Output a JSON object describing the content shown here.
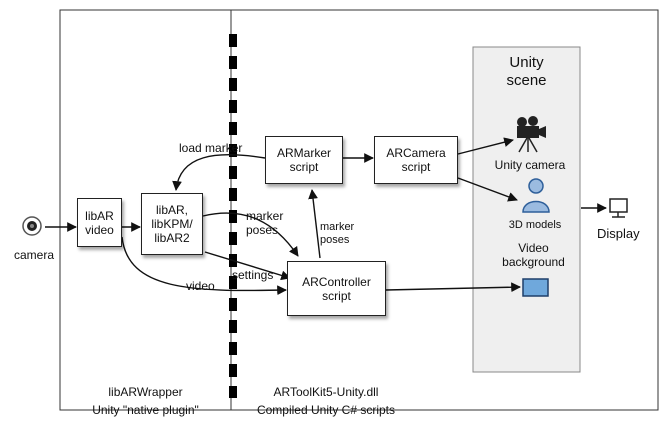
{
  "diagram": {
    "regions": {
      "plugin_caption_line1": "libARWrapper",
      "plugin_caption_line2": "Unity \"native plugin\"",
      "dll_caption_line1": "ARToolKit5-Unity.dll",
      "dll_caption_line2": "Compiled Unity C# scripts"
    },
    "scene": {
      "title": "Unity\nscene",
      "unity_camera_label": "Unity camera",
      "models_label": "3D models",
      "video_bg_label": "Video\nbackground"
    },
    "nodes": {
      "camera_label": "camera",
      "display_label": "Display",
      "libar_video": "libAR\nvideo",
      "libar_stack": "libAR,\nlibKPM/\nlibAR2",
      "armarker": "ARMarker\nscript",
      "arcamera": "ARCamera\nscript",
      "arcontroller": "ARController\nscript"
    },
    "edge_labels": {
      "load_marker": "load marker",
      "marker_poses_left": "marker\nposes",
      "marker_poses_right": "marker\nposes",
      "settings": "settings",
      "video": "video"
    },
    "icons": [
      "camera-lens-icon",
      "movie-camera-icon",
      "user-model-icon",
      "video-screen-icon",
      "monitor-icon"
    ]
  }
}
